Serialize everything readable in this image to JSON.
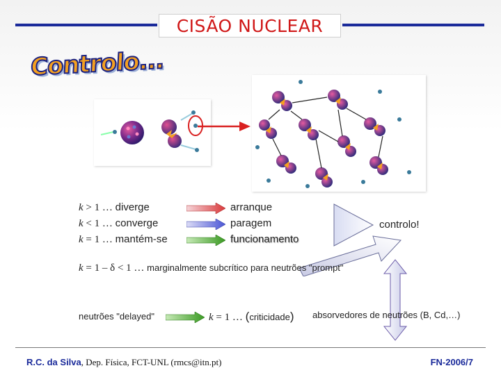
{
  "header": {
    "title": "CISÃO NUCLEAR"
  },
  "wordart": {
    "text": "Controlo..."
  },
  "rows": [
    {
      "k": "k",
      "cond": " > 1 … ",
      "desc": "diverge",
      "result": "arranque"
    },
    {
      "k": "k",
      "cond": " < 1 … ",
      "desc": "converge",
      "result": "paragem"
    },
    {
      "k": "k",
      "cond": " = 1 … ",
      "desc": "mantém-se",
      "result": "funcionamento"
    }
  ],
  "control_label": "controlo!",
  "marginal": {
    "k": "k",
    "formula": " = 1 – δ < 1 … ",
    "text": "marginalmente subcrítico para neutrões \"prompt\""
  },
  "delayed": {
    "label": "neutrões \"delayed\"",
    "k": "k",
    "formula": " = 1 … ",
    "paren_open": "(",
    "crit": "criticidade",
    "paren_close": ")"
  },
  "absorbers": "absorvedores de neutrões (B, Cd,…)",
  "footer": {
    "author": "R.C. da Silva",
    "affiliation": ", Dep. Física, FCT-UNL (rmcs@itn.pt)",
    "code": "FN-2006/7"
  },
  "colors": {
    "title_red": "#d01818",
    "line_blue": "#1a2a9a",
    "arrow_red": "#d9383a",
    "arrow_blue": "#4a56d6",
    "arrow_green": "#3a9a22",
    "wordart_fill": "#f4a020"
  }
}
